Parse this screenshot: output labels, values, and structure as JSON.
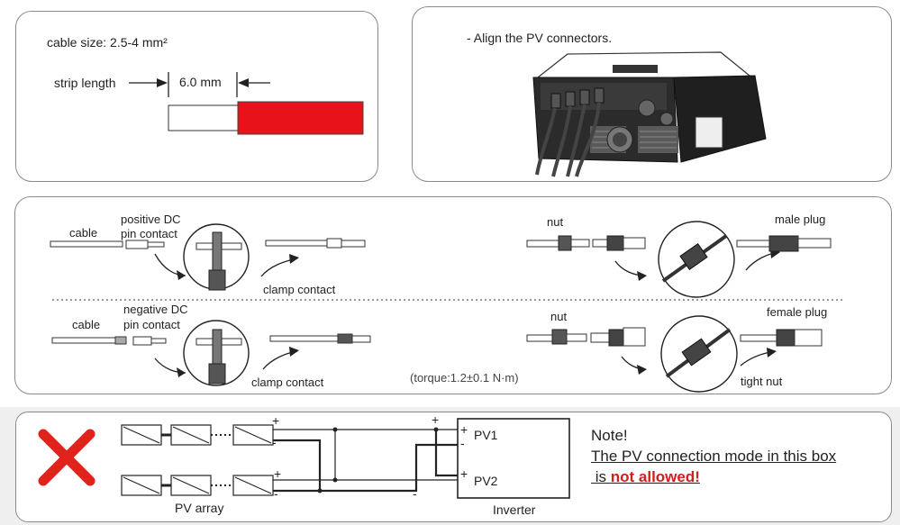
{
  "cable_panel": {
    "cable_size": "cable size: 2.5-4 mm²",
    "strip_label": "strip length",
    "strip_value": "6.0 mm"
  },
  "align_panel": {
    "instruction": "- Align the PV connectors."
  },
  "crimp_panel": {
    "positive": {
      "cable": "cable",
      "pin_contact": [
        "positive DC",
        "pin contact"
      ],
      "clamp": "clamp contact"
    },
    "negative": {
      "cable": "cable",
      "pin_contact": [
        "negative DC",
        "pin contact"
      ],
      "clamp": "clamp contact"
    },
    "torque": "(torque:1.2±0.1 N·m)",
    "male": {
      "nut": "nut",
      "plug": "male plug"
    },
    "female": {
      "nut": "nut",
      "plug": "female plug",
      "tight_nut": "tight nut"
    }
  },
  "wiring_panel": {
    "pv_array": "PV array",
    "inverter": "Inverter",
    "pv1": "PV1",
    "pv2": "PV2",
    "plus": "+",
    "minus": "-",
    "note_title": "Note!",
    "note_line1": "The PV connection mode in this box",
    "note_line2_prefix": " is ",
    "note_line2_strong": "not allowed!",
    "colors": {
      "cross": "#e0231b",
      "strong": "#d21e1e",
      "strip": "#e8121a"
    },
    "icons": [
      "cross-icon"
    ]
  }
}
